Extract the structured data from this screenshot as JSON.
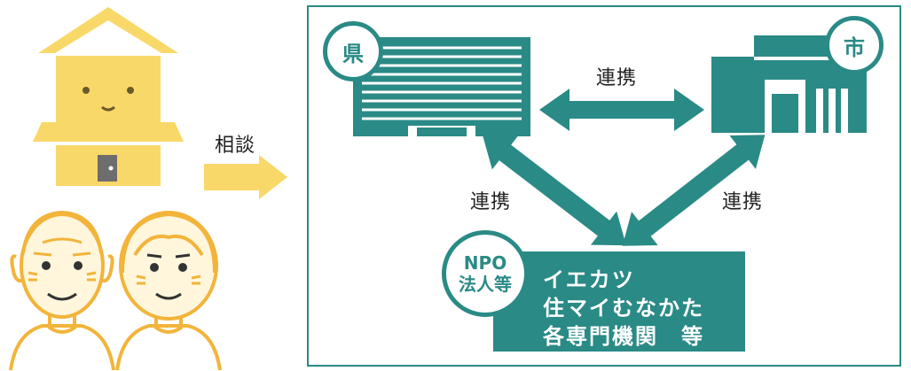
{
  "left": {
    "consult_label": "相談"
  },
  "collaboration": {
    "top_label": "連携",
    "left_label": "連携",
    "right_label": "連携"
  },
  "prefecture": {
    "badge": "県"
  },
  "city": {
    "badge": "市"
  },
  "npo": {
    "badge_line1": "NPO",
    "badge_line2": "法人等",
    "box_lines": [
      "イエカツ",
      "住マイむなかた",
      "各専門機関　等"
    ]
  },
  "colors": {
    "teal": "#2a8a86",
    "yellow": "#f9d86a",
    "orange": "#f2b43a",
    "dark": "#222222"
  }
}
